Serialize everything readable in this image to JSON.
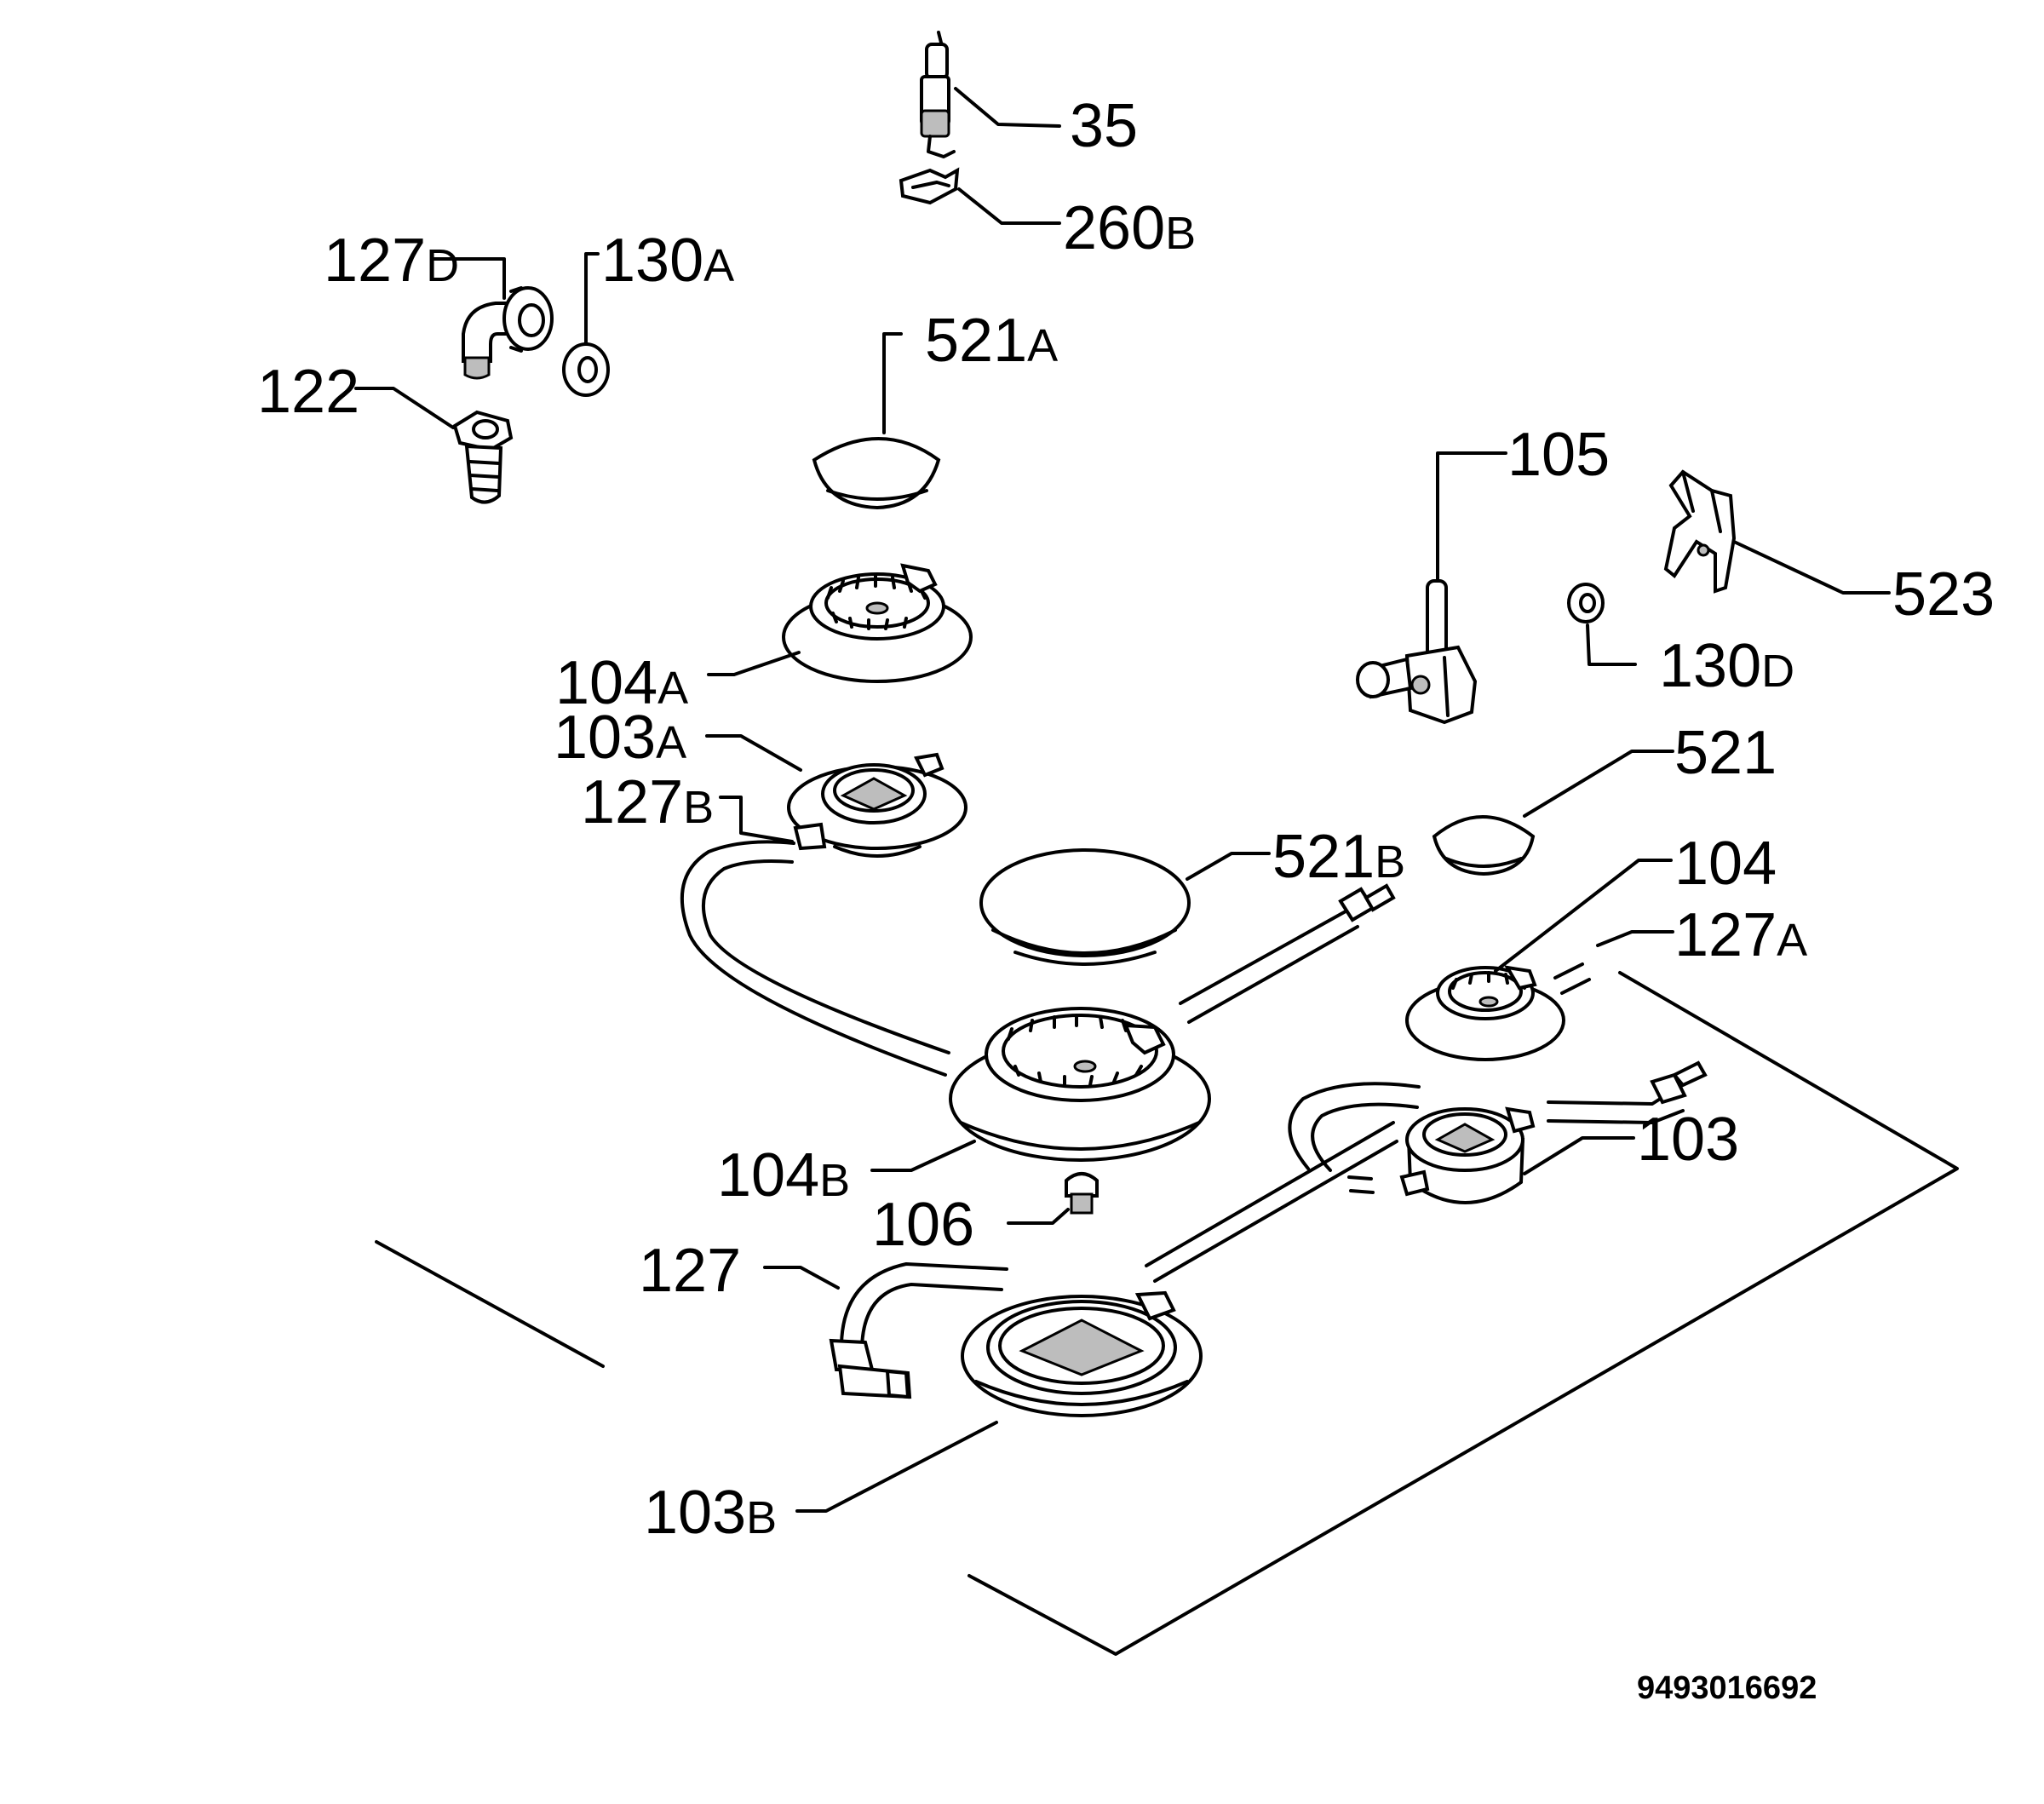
{
  "callouts": [
    {
      "id": "35",
      "num": "35",
      "suf": ""
    },
    {
      "id": "260b",
      "num": "260",
      "suf": "B"
    },
    {
      "id": "127d",
      "num": "127",
      "suf": "D"
    },
    {
      "id": "130a",
      "num": "130",
      "suf": "A"
    },
    {
      "id": "122",
      "num": "122",
      "suf": ""
    },
    {
      "id": "521a",
      "num": "521",
      "suf": "A"
    },
    {
      "id": "105",
      "num": "105",
      "suf": ""
    },
    {
      "id": "523",
      "num": "523",
      "suf": ""
    },
    {
      "id": "130d",
      "num": "130",
      "suf": "D"
    },
    {
      "id": "104a",
      "num": "104",
      "suf": "A"
    },
    {
      "id": "103a",
      "num": "103",
      "suf": "A"
    },
    {
      "id": "521",
      "num": "521",
      "suf": ""
    },
    {
      "id": "127b",
      "num": "127",
      "suf": "B"
    },
    {
      "id": "521b",
      "num": "521",
      "suf": "B"
    },
    {
      "id": "104",
      "num": "104",
      "suf": ""
    },
    {
      "id": "127a",
      "num": "127",
      "suf": "A"
    },
    {
      "id": "103",
      "num": "103",
      "suf": ""
    },
    {
      "id": "104b",
      "num": "104",
      "suf": "B"
    },
    {
      "id": "106",
      "num": "106",
      "suf": ""
    },
    {
      "id": "127",
      "num": "127",
      "suf": ""
    },
    {
      "id": "103b",
      "num": "103",
      "suf": "B"
    }
  ],
  "reference_number": "9493016692"
}
